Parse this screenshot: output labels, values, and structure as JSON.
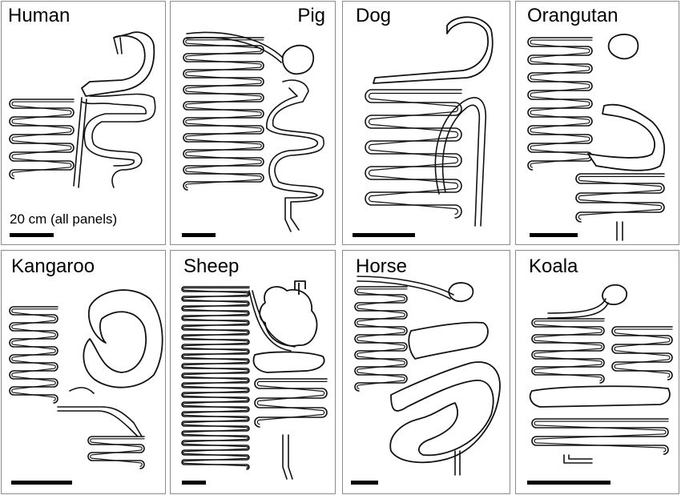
{
  "figure": {
    "scale_caption": "20 cm (all panels)",
    "colors": {
      "line": "#111111",
      "border": "#8c8c8c",
      "background": "#ffffff"
    },
    "panels": [
      {
        "id": "human",
        "label": "Human",
        "scalebar_length_cm": 20
      },
      {
        "id": "pig",
        "label": "Pig",
        "scalebar_length_cm": 20
      },
      {
        "id": "dog",
        "label": "Dog",
        "scalebar_length_cm": 20
      },
      {
        "id": "orangutan",
        "label": "Orangutan",
        "scalebar_length_cm": 20
      },
      {
        "id": "kangaroo",
        "label": "Kangaroo",
        "scalebar_length_cm": 20
      },
      {
        "id": "sheep",
        "label": "Sheep",
        "scalebar_length_cm": 20
      },
      {
        "id": "horse",
        "label": "Horse",
        "scalebar_length_cm": 20
      },
      {
        "id": "koala",
        "label": "Koala",
        "scalebar_length_cm": 20
      }
    ]
  }
}
